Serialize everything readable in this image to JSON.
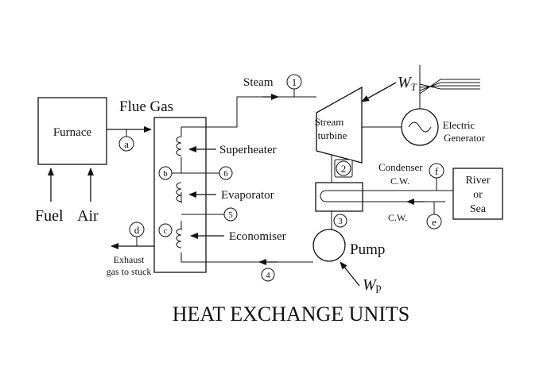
{
  "title": "HEAT EXCHANGE UNITS",
  "labels": {
    "furnace": "Furnace",
    "fuel": "Fuel",
    "air": "Air",
    "flue_gas": "Flue Gas",
    "steam": "Steam",
    "superheater": "Superheater",
    "evaporator": "Evaporator",
    "economiser": "Economiser",
    "turbine_line1": "Stream",
    "turbine_line2": "turbine",
    "generator_line1": "Electric",
    "generator_line2": "Generator",
    "condenser": "Condenser",
    "cw_top": "C.W.",
    "cw_bottom": "C.W.",
    "river_line1": "River",
    "river_line2": "or",
    "river_line3": "Sea",
    "pump": "Pump",
    "exhaust_line1": "Exhaust",
    "exhaust_line2": "gas to stuck",
    "wt_main": "W",
    "wt_sub": "T",
    "wp_main": "W",
    "wp_sub": "p"
  },
  "state_points": {
    "p1": "1",
    "p2": "2",
    "p3": "3",
    "p4": "4",
    "p5": "5",
    "p6": "6",
    "pa": "a",
    "pb": "b",
    "pc": "c",
    "pd": "d",
    "pe": "e",
    "pf": "f"
  }
}
